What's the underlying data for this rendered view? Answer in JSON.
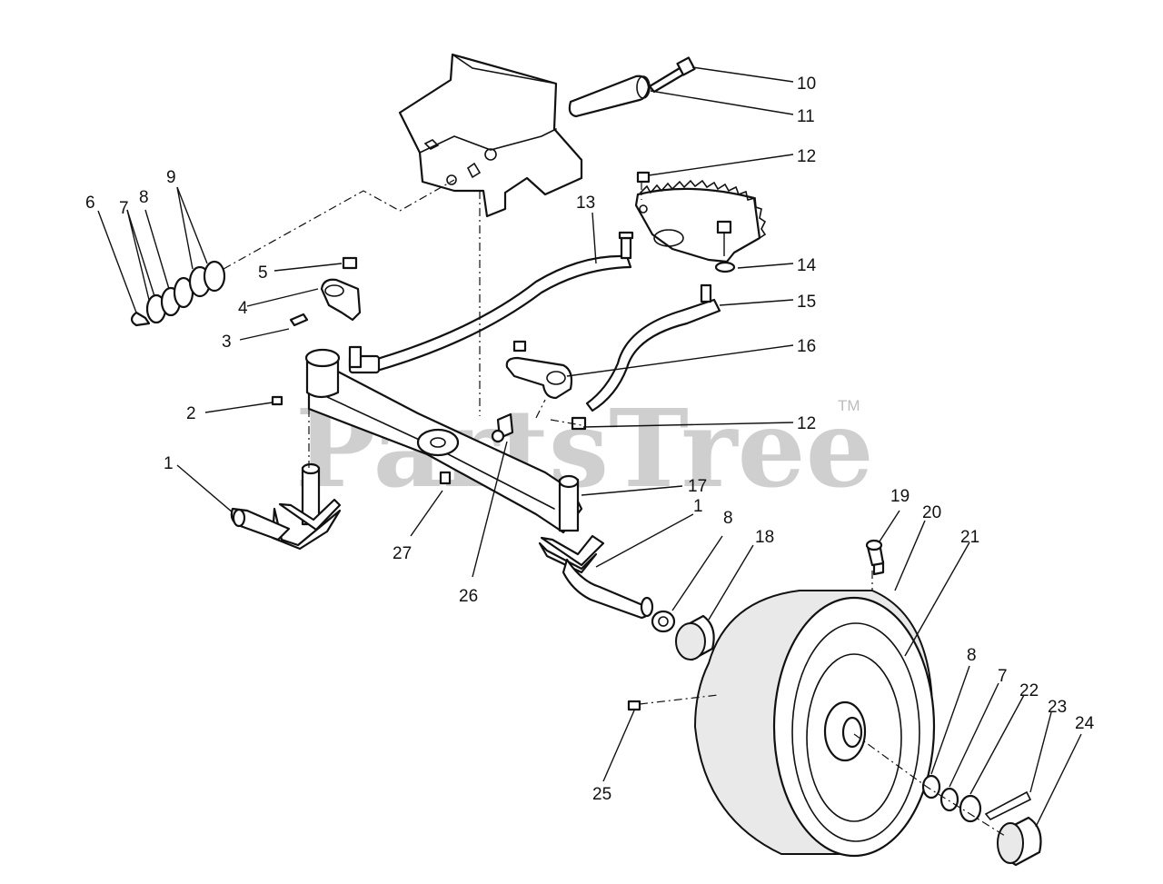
{
  "watermark": {
    "text": "PartsTree",
    "trademark": "TM"
  },
  "callouts": [
    {
      "n": "10"
    },
    {
      "n": "11"
    },
    {
      "n": "12"
    },
    {
      "n": "13"
    },
    {
      "n": "14"
    },
    {
      "n": "15"
    },
    {
      "n": "16"
    },
    {
      "n": "12"
    },
    {
      "n": "9"
    },
    {
      "n": "8"
    },
    {
      "n": "7"
    },
    {
      "n": "6"
    },
    {
      "n": "5"
    },
    {
      "n": "4"
    },
    {
      "n": "3"
    },
    {
      "n": "2"
    },
    {
      "n": "1"
    },
    {
      "n": "27"
    },
    {
      "n": "26"
    },
    {
      "n": "17"
    },
    {
      "n": "1"
    },
    {
      "n": "8"
    },
    {
      "n": "18"
    },
    {
      "n": "19"
    },
    {
      "n": "20"
    },
    {
      "n": "21"
    },
    {
      "n": "8"
    },
    {
      "n": "7"
    },
    {
      "n": "22"
    },
    {
      "n": "23"
    },
    {
      "n": "24"
    },
    {
      "n": "25"
    }
  ]
}
